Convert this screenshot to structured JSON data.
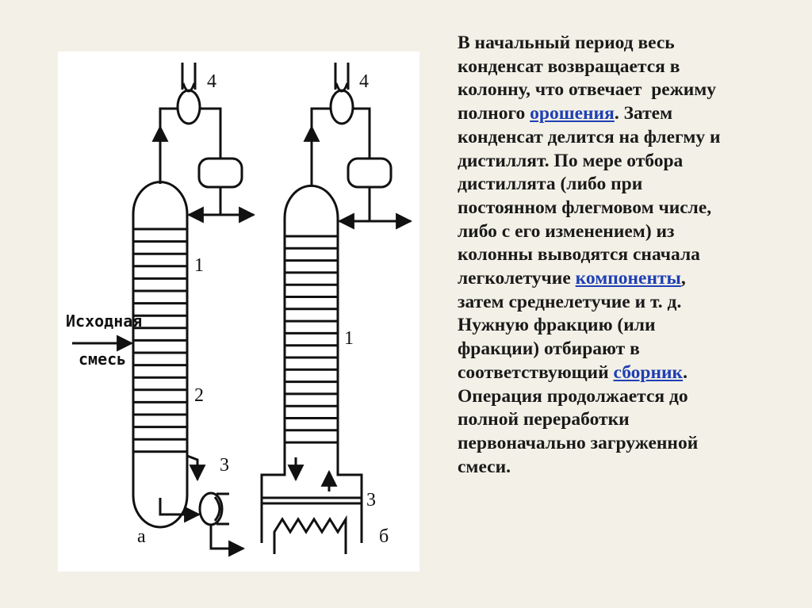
{
  "diagram": {
    "feed_label_line1": "Исходная",
    "feed_label_line2": "смесь",
    "label_4a": "4",
    "label_4b": "4",
    "label_1a": "1",
    "label_2a": "2",
    "label_3a": "3",
    "label_1b": "1",
    "label_3b": "3",
    "caption_a": "а",
    "caption_b": "б"
  },
  "text": {
    "l1": "В начальный период весь",
    "l2": "конденсат возвращается в",
    "l3": "колонну, что отвечает  режиму",
    "l4_pre": "полного ",
    "l4_link": "орошения",
    "l4_post": ". Затем",
    "l5": "конденсат делится на флегму и",
    "l6": "дистиллят. По мере отбора",
    "l7": "дистиллята (либо при",
    "l8": "постоянном флегмовом числе,",
    "l9": "либо с его изменением) из",
    "l10": "колонны выводятся сначала",
    "l11_pre": "легколетучие ",
    "l11_link": "компоненты",
    "l11_post": ",",
    "l12": "затем среднелетучие и т. д.",
    "l13": "Нужную фракцию (или",
    "l14": "фракции) отбирают в",
    "l15_pre": "соответствующий ",
    "l15_link": "сборник",
    "l15_post": ".",
    "l16": "Операция продолжается до",
    "l17": "полной переработки",
    "l18": "первоначально загруженной",
    "l19": "смеси."
  },
  "colors": {
    "background": "#f3f1e7",
    "diagram_bg": "#ffffff",
    "text": "#1a1a1a",
    "link": "#1f3fb4"
  }
}
